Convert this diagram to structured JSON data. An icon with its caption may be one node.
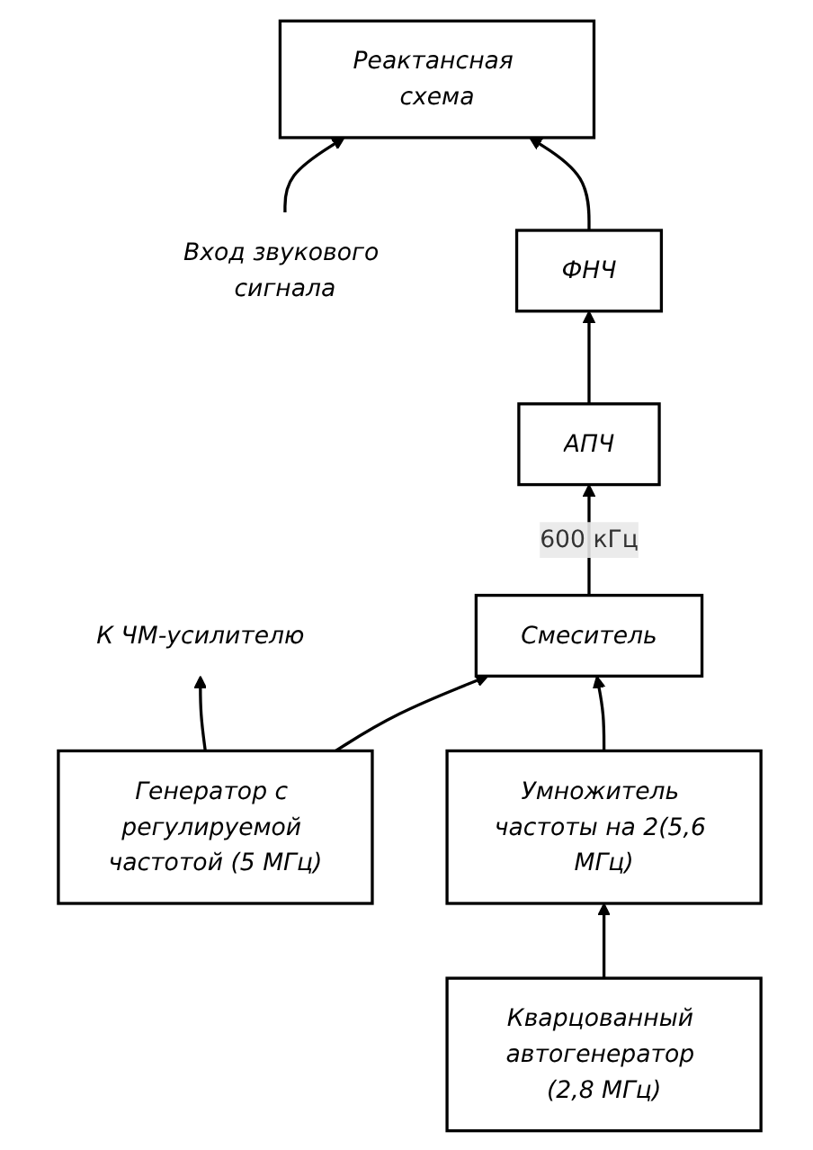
{
  "diagram": {
    "nodes": [
      {
        "text": [
          "Вход звукового сигнала"
        ]
      },
      {
        "text": [
          "Реактансная схема"
        ]
      },
      {
        "text": [
          "ФНЧ"
        ]
      },
      {
        "text": [
          "АПЧ"
        ]
      },
      {
        "text": [
          "К ЧМ-усилителю"
        ]
      },
      {
        "text": [
          "Генератор с регулируемой частотой (5 МГц)"
        ]
      },
      {
        "text": [
          "Смеситель"
        ]
      },
      {
        "text": [
          "Умножитель частоты на 2(5,6 МГц)"
        ]
      },
      {
        "text": [
          "Кварцованный автогенератор (2,8 МГц)"
        ]
      }
    ],
    "edges": [
      {
        "from": 0,
        "to": 1,
        "arrow": "to"
      },
      {
        "from": 2,
        "to": 1,
        "arrow": "to"
      },
      {
        "from": 3,
        "to": 2,
        "arrow": "to"
      },
      {
        "from": 5,
        "to": 4,
        "arrow": "to"
      },
      {
        "from": 5,
        "to": 6,
        "arrow": "to"
      },
      {
        "from": 7,
        "to": 6,
        "arrow": "to"
      },
      {
        "from": 6,
        "to": 3,
        "label": "600 кГц",
        "arrow": "to"
      },
      {
        "from": 8,
        "to": 7,
        "arrow": "to"
      }
    ]
  }
}
